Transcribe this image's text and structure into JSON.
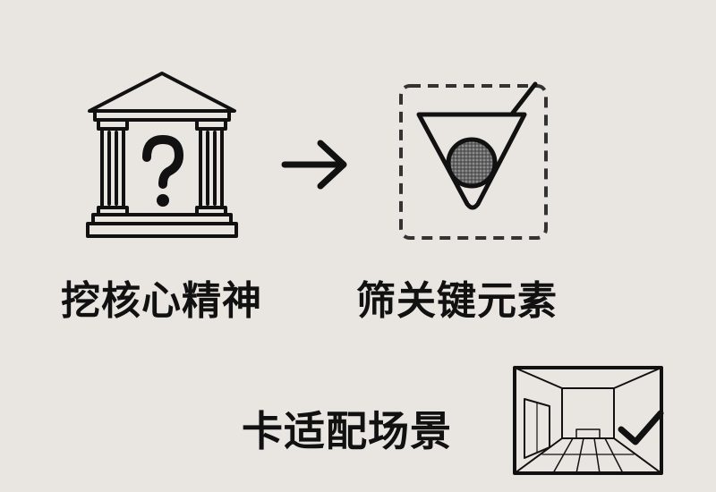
{
  "labels": {
    "step1": "挖核心精神",
    "step2": "筛关键元素",
    "step3": "卡适配场景"
  },
  "icons": {
    "step1": "temple-question-icon",
    "arrow": "arrow-right-icon",
    "step2": "funnel-filter-icon",
    "step3": "room-check-icon"
  },
  "colors": {
    "background": "#e9e6e2",
    "ink": "#111111"
  }
}
